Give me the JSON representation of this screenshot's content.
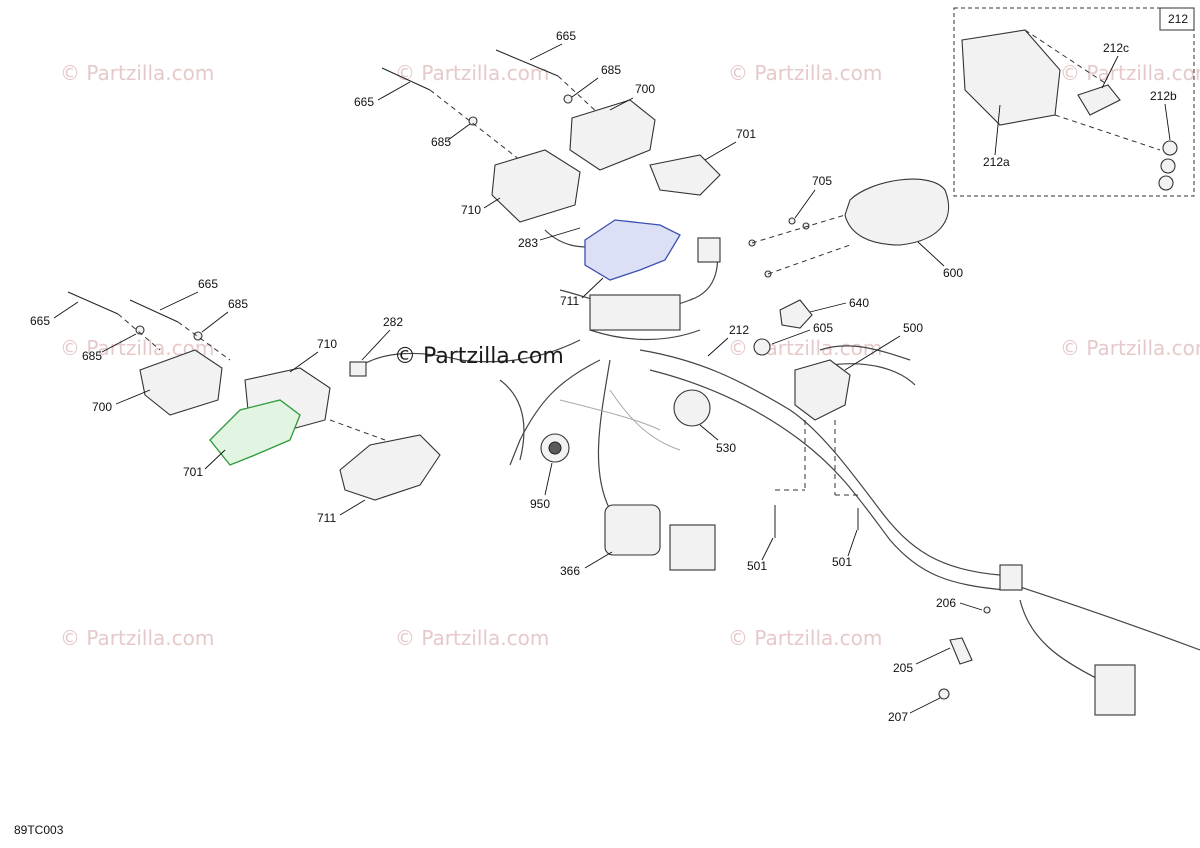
{
  "watermark": "© Partzilla.com",
  "drawing_code": "89TC003",
  "inset": {
    "label": "212",
    "callouts": [
      "212c",
      "212b",
      "212a"
    ]
  },
  "callouts": {
    "c665_top": "665",
    "c685_top": "685",
    "c700_top": "700",
    "c665_left_top": "665",
    "c685_left_top": "685",
    "c701_top": "701",
    "c710_top": "710",
    "c283": "283",
    "c711_top": "711",
    "c705": "705",
    "c600": "600",
    "c665_lower_a": "665",
    "c665_lower_b": "665",
    "c685_lower_a": "685",
    "c685_lower_b": "685",
    "c710_lower": "710",
    "c282": "282",
    "c700_lower": "700",
    "c701_lower": "701",
    "c711_lower": "711",
    "c212": "212",
    "c640": "640",
    "c605": "605",
    "c500": "500",
    "c530": "530",
    "c950": "950",
    "c366": "366",
    "c501_a": "501",
    "c501_b": "501",
    "c206": "206",
    "c205": "205",
    "c207": "207"
  }
}
